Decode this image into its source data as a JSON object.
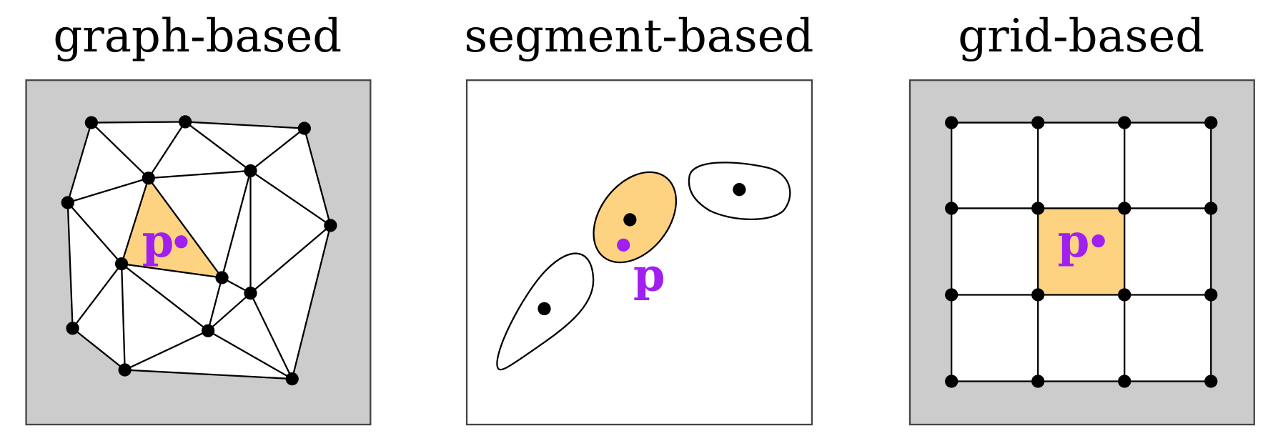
{
  "colors": {
    "outside": "#cccccc",
    "inside": "#ffffff",
    "highlight": "#fdd382",
    "query_point": "#a020f0",
    "node": "#000000",
    "frame": "#444444"
  },
  "panels": [
    {
      "title": "graph-based",
      "query_label": "p",
      "background": "gray"
    },
    {
      "title": "segment-based",
      "query_label": "p",
      "background": "white"
    },
    {
      "title": "grid-based",
      "query_label": "p",
      "background": "gray"
    }
  ]
}
